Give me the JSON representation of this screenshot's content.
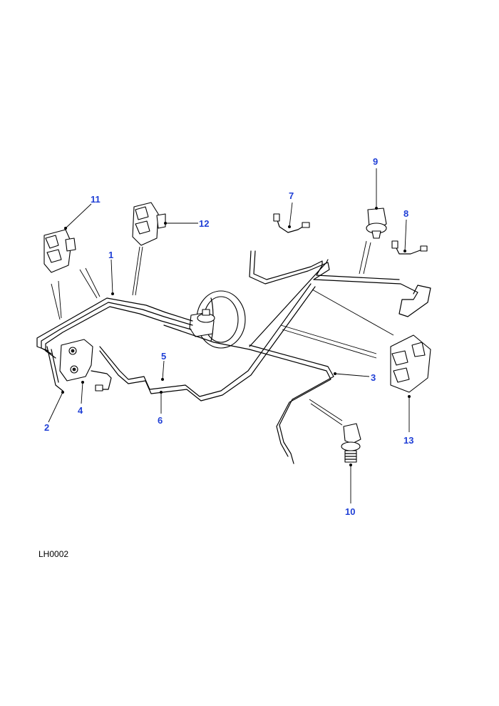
{
  "reference_code": "LH0002",
  "callouts": {
    "c1": "1",
    "c2": "2",
    "c3": "3",
    "c4": "4",
    "c5": "5",
    "c6": "6",
    "c7": "7",
    "c8": "8",
    "c9": "9",
    "c10": "10",
    "c11": "11",
    "c12": "12",
    "c13": "13"
  },
  "colors": {
    "callout": "#1f3fd6",
    "line": "#000000"
  }
}
